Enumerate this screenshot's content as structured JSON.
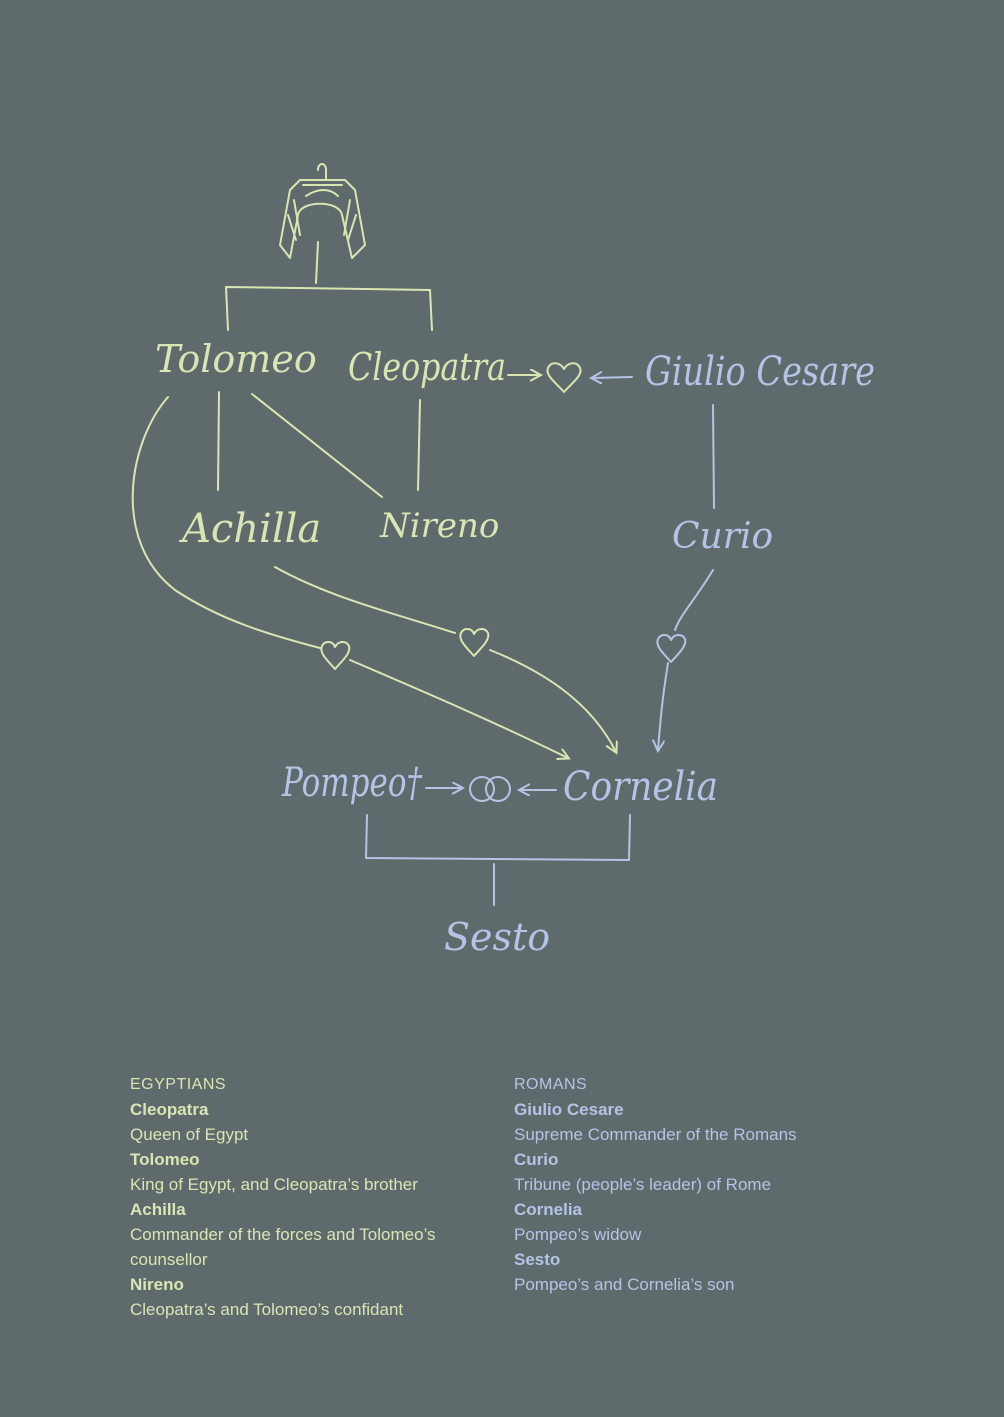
{
  "diagram": {
    "nodes": {
      "tolomeo": "Tolomeo",
      "cleopatra": "Cleopatra",
      "giulio_cesare": "Giulio Cesare",
      "achilla": "Achilla",
      "nireno": "Nireno",
      "curio": "Curio",
      "pompeo": "Pompeo†",
      "cornelia": "Cornelia",
      "sesto": "Sesto"
    },
    "icons": {
      "top": "pharaoh-headdress-icon",
      "love": "heart-icon",
      "marriage": "wedding-rings-icon"
    },
    "colors": {
      "egyptian": "#d9e6b4",
      "roman": "#b5c4e6",
      "background": "#5e6a6b"
    }
  },
  "legend": {
    "egyptians": {
      "heading": "EGYPTIANS",
      "entries": [
        {
          "name": "Cleopatra",
          "desc": "Queen of Egypt"
        },
        {
          "name": "Tolomeo",
          "desc": "King of Egypt, and Cleopatra’s brother"
        },
        {
          "name": "Achilla",
          "desc": "Commander of the forces and Tolomeo’s counsellor"
        },
        {
          "name": "Nireno",
          "desc": "Cleopatra’s and Tolomeo’s confidant"
        }
      ]
    },
    "romans": {
      "heading": "ROMANS",
      "entries": [
        {
          "name": "Giulio Cesare",
          "desc": "Supreme Commander of the Romans"
        },
        {
          "name": "Curio",
          "desc": "Tribune (people’s leader) of Rome"
        },
        {
          "name": "Cornelia",
          "desc": "Pompeo’s widow"
        },
        {
          "name": "Sesto",
          "desc": "Pompeo’s and Cornelia’s son"
        }
      ]
    }
  }
}
